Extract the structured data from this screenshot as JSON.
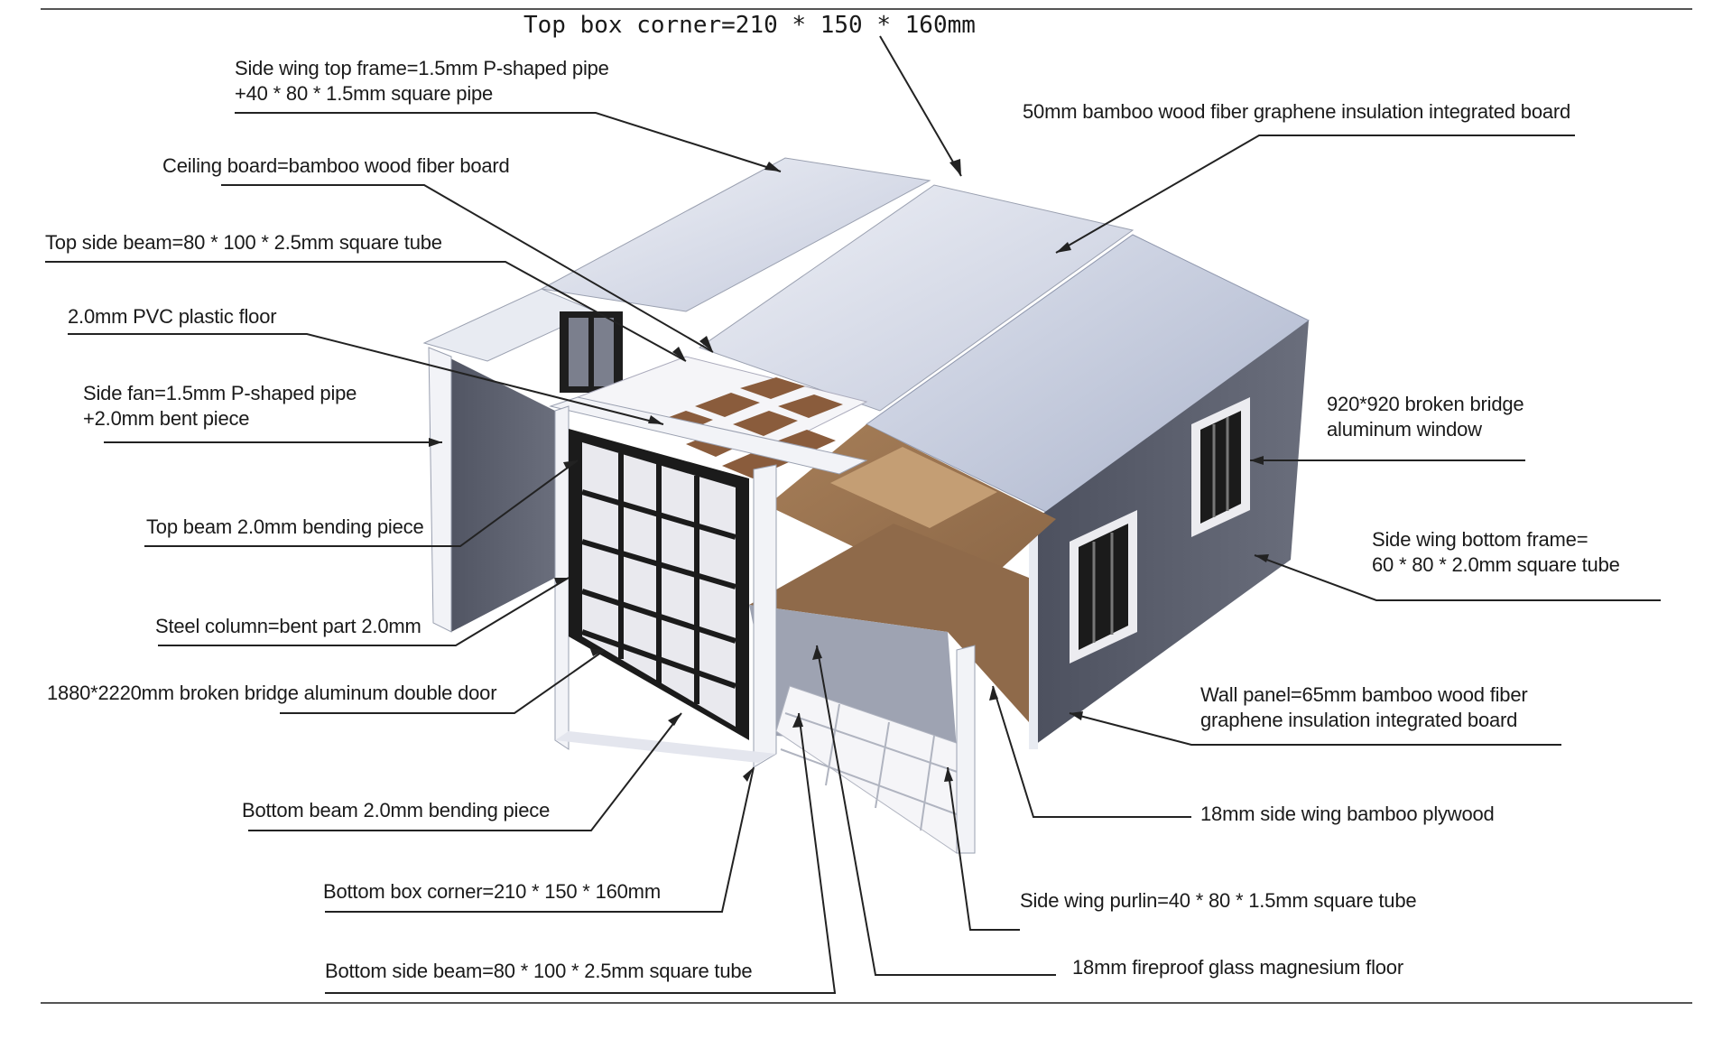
{
  "title": "Top box corner=210 * 150 * 160mm",
  "labels": {
    "side_wing_top_frame": [
      "Side wing top frame=1.5mm P-shaped pipe",
      "+40 * 80 * 1.5mm square pipe"
    ],
    "ceiling_board": "Ceiling board=bamboo wood fiber board",
    "top_side_beam": "Top side beam=80 * 100 * 2.5mm square tube",
    "pvc_floor": "2.0mm PVC plastic floor",
    "side_fan": [
      "Side fan=1.5mm P-shaped pipe",
      "+2.0mm bent piece"
    ],
    "top_beam": "Top beam 2.0mm bending piece",
    "steel_column": "Steel column=bent part 2.0mm",
    "double_door": "1880*2220mm broken bridge aluminum double door",
    "bottom_beam": "Bottom beam 2.0mm bending piece",
    "bottom_box_corner": "Bottom box corner=210 * 150 * 160mm",
    "bottom_side_beam": "Bottom side beam=80 * 100 * 2.5mm square tube",
    "insulation_board": "50mm bamboo wood fiber graphene insulation integrated board",
    "window": [
      "920*920 broken bridge",
      "aluminum window"
    ],
    "side_wing_bottom_frame": [
      "Side wing bottom frame=",
      "60 * 80 * 2.0mm square tube"
    ],
    "wall_panel": [
      "Wall panel=65mm bamboo wood fiber",
      "graphene insulation integrated board"
    ],
    "side_wing_plywood": "18mm side wing bamboo plywood",
    "side_wing_purlin": "Side wing purlin=40 * 80 * 1.5mm square tube",
    "fireproof_floor": "18mm fireproof glass magnesium floor"
  },
  "colors": {
    "roof": "#d9dde8",
    "roof_shade": "#b8c0d6",
    "wall": "#565a68",
    "frame": "#f2f3f7",
    "wood": "#9a7350",
    "door_frame": "#1c1c1c",
    "leader": "#222222"
  }
}
